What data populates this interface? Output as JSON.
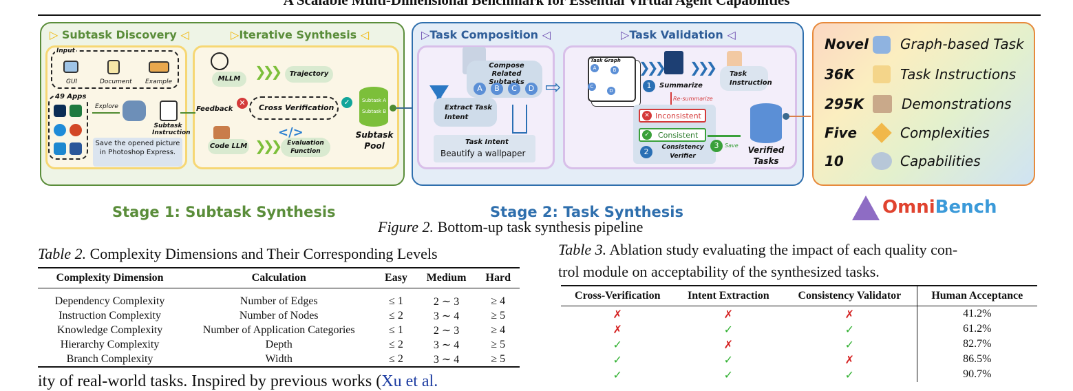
{
  "title": "A Scalable Multi-Dimensional Benchmark for Essential Virtual Agent Capabilities",
  "figure": {
    "stage1": {
      "header_left": "Subtask Discovery",
      "header_right": "Iterative Synthesis",
      "input_label": "Input",
      "inputs": [
        "GUI",
        "Document",
        "Example"
      ],
      "apps_label": "49 Apps",
      "explore": "Explore",
      "subtask_instruction": "Subtask Instruction",
      "instruction_example": "Save the opened picture in Photoshop Express.",
      "mllm": "MLLM",
      "trajectory": "Trajectory",
      "feedback": "Feedback",
      "cross_verification": "Cross Verification",
      "code_llm": "Code LLM",
      "evaluation_function": "Evaluation Function",
      "pool_items": [
        "Subtask A",
        "Subtask B"
      ],
      "subtask_pool": "Subtask Pool",
      "stage_caption": "Stage 1: Subtask Synthesis"
    },
    "stage2": {
      "header_left": "Task Composition",
      "header_right": "Task Validation",
      "compose": "Compose Related Subtasks",
      "subtask_letters": [
        "A",
        "B",
        "C",
        "D"
      ],
      "extract": "Extract Task Intent",
      "task_intent_label": "Task Intent",
      "task_intent_value": "Beautify a wallpaper",
      "task_graph": "Task Graph",
      "graph_nodes": [
        "A",
        "B",
        "C",
        "D"
      ],
      "summarize": "Summarize",
      "task_instruction": "Task Instruction",
      "resummarize": "Re-summarize",
      "inconsistent": "Inconsistent",
      "consistent": "Consistent",
      "consistency_verifier": "Consistency Verifier",
      "save": "Save",
      "verified_tasks": "Verified Tasks",
      "step_numbers": [
        "1",
        "2",
        "3"
      ],
      "stage_caption": "Stage 2: Task Synthesis"
    },
    "stats": [
      {
        "num": "Novel",
        "label": "Graph-based Task",
        "icon": "graph-icon"
      },
      {
        "num": "36K",
        "label": "Task Instructions",
        "icon": "notepad-icon"
      },
      {
        "num": "295K",
        "label": "Demonstrations",
        "icon": "presentation-icon"
      },
      {
        "num": "Five",
        "label": "Complexities",
        "icon": "cube-icon"
      },
      {
        "num": "10",
        "label": "Capabilities",
        "icon": "people-icon"
      }
    ],
    "logo": {
      "omni": "Omni",
      "bench": "Bench"
    },
    "caption_prefix": "Figure 2.",
    "caption_text": " Bottom-up task synthesis pipeline"
  },
  "table2": {
    "caption_prefix": "Table 2.",
    "caption_text": " Complexity Dimensions and Their Corresponding Levels",
    "headers": [
      "Complexity Dimension",
      "Calculation",
      "Easy",
      "Medium",
      "Hard"
    ],
    "rows": [
      [
        "Dependency Complexity",
        "Number of Edges",
        "≤ 1",
        "2 ∼ 3",
        "≥ 4"
      ],
      [
        "Instruction Complexity",
        "Number of Nodes",
        "≤ 2",
        "3 ∼ 4",
        "≥ 5"
      ],
      [
        "Knowledge Complexity",
        "Number of Application Categories",
        "≤ 1",
        "2 ∼ 3",
        "≥ 4"
      ],
      [
        "Hierarchy Complexity",
        "Depth",
        "≤ 2",
        "3 ∼ 4",
        "≥ 5"
      ],
      [
        "Branch Complexity",
        "Width",
        "≤ 2",
        "3 ∼ 4",
        "≥ 5"
      ]
    ]
  },
  "table3": {
    "caption_prefix": "Table 3.",
    "caption_line1": " Ablation study evaluating the impact of each quality con-",
    "caption_line2": "trol module on acceptability of the synthesized tasks.",
    "headers": [
      "Cross-Verification",
      "Intent Extraction",
      "Consistency Validator",
      "Human Acceptance"
    ],
    "rows": [
      [
        "✗",
        "✗",
        "✗",
        "41.2%"
      ],
      [
        "✗",
        "✓",
        "✓",
        "61.2%"
      ],
      [
        "✓",
        "✗",
        "✓",
        "82.7%"
      ],
      [
        "✓",
        "✓",
        "✗",
        "86.5%"
      ],
      [
        "✓",
        "✓",
        "✓",
        "90.7%"
      ]
    ]
  },
  "body_text": {
    "before": "ity of real-world tasks. Inspired by previous works (",
    "cite": "Xu et al."
  }
}
